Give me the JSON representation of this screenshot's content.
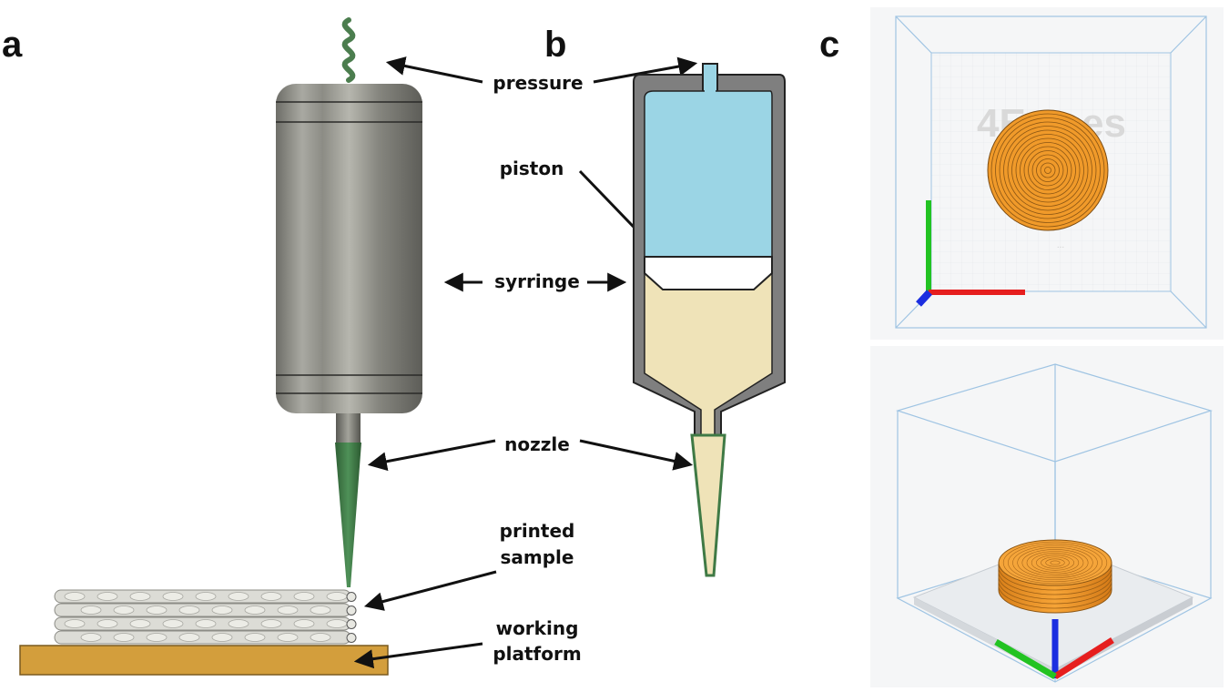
{
  "panels": {
    "a": "a",
    "b": "b",
    "c": "c"
  },
  "labels": {
    "pressure": "pressure",
    "piston": "piston",
    "syringe": "syrringe",
    "nozzle": "nozzle",
    "printed_sample": [
      "printed",
      "sample"
    ],
    "working_platform": [
      "working",
      "platform"
    ]
  },
  "viewer_top": {
    "watermark": "4E ... es",
    "watermark_small": "..."
  },
  "colors": {
    "syringe_metal": "#8a8a82",
    "nozzle_green": "#3f7a45",
    "spring_green": "#4b7d4e",
    "platform": "#d39e3c",
    "sample": "#dcdcd6",
    "pressure_fluid": "#9bd5e5",
    "paste": "#efe3b8",
    "wall_gray": "#7f7f7f",
    "printed_disc": "#f09a2a",
    "axis_x": "#e61e1e",
    "axis_y": "#22c322",
    "axis_z": "#1b2ee0",
    "box_line": "#9fc4e3"
  }
}
